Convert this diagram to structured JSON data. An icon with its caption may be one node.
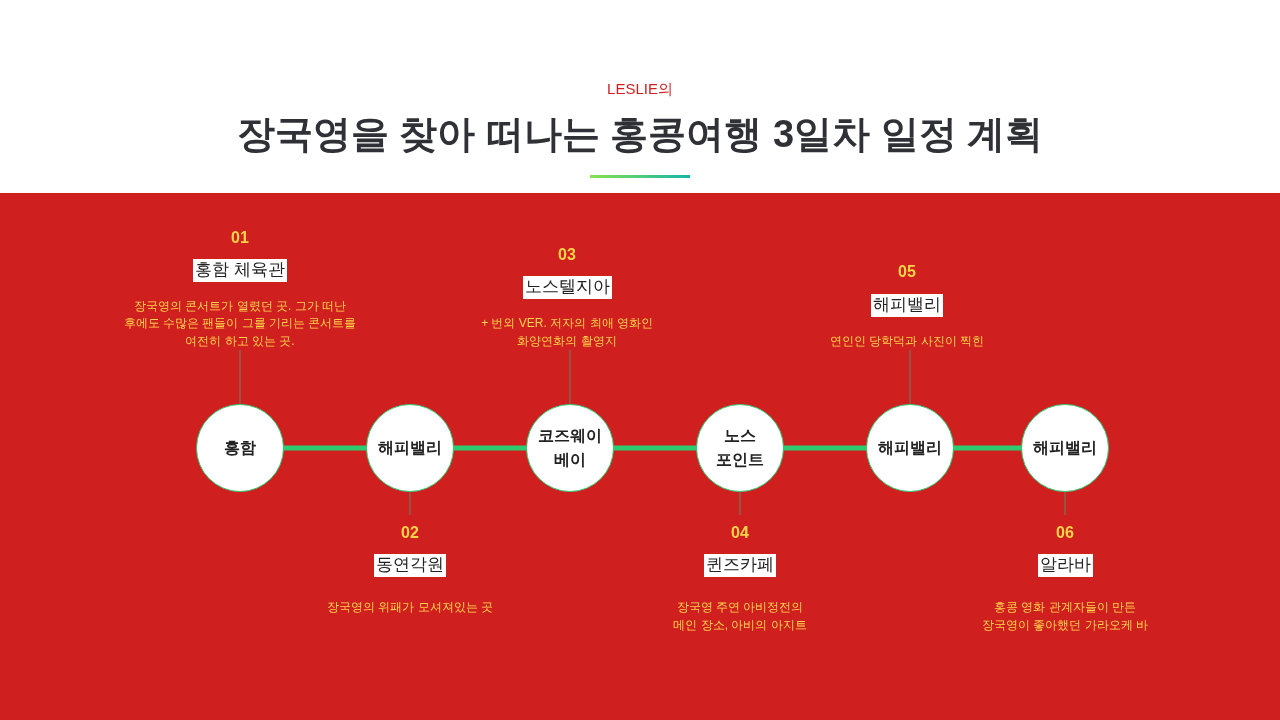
{
  "diagram": {
    "title": "장국영을 찾아 떠나는 홍콩여행 3일차 일정 계획",
    "nodes": [
      {
        "text": [
          "홍함"
        ]
      },
      {
        "text": [
          "해피밸리"
        ]
      },
      {
        "text": [
          "코즈웨이 베이"
        ]
      },
      {
        "text": [
          "노스 포인트"
        ]
      },
      {
        "text": [
          "해피밸리"
        ]
      },
      {
        "text": [
          "해피밸리"
        ]
      },
      {
        "text": [
          "01",
          "홍함 체육관",
          "장국영의 콘서트가 열렸던 곳. 그가 떠난 후에도 수많은 팬들이 그를 기리는 콘서트를 여전히 하고 있는 곳."
        ]
      },
      {
        "text": [
          "02",
          "동연각원",
          "장국영의 위패가 모셔져있는 곳"
        ]
      },
      {
        "text": [
          "03",
          "노스텔지아",
          "+ 번외 VER. 저자의 최애 영화인 화양연화의 촬영지"
        ]
      },
      {
        "text": [
          "04",
          "퀸즈카페",
          "장국영 주연 아비정전의 메인 장소, 아비의 아지트"
        ]
      },
      {
        "text": [
          "05",
          "해피밸리",
          "연인인 당학덕과 사진이 찍힌"
        ]
      },
      {
        "text": [
          "06",
          "알라바",
          "홍콩 영화 관계자들이 만든 장국영이 좋아했던 가라오케 바"
        ]
      }
    ],
    "edges": [
      {
        "from": 0,
        "to": 1,
        "arrow": "none",
        "style": "thick",
        "color": "#2ecc71"
      },
      {
        "from": 1,
        "to": 2,
        "arrow": "none",
        "style": "thick",
        "color": "#2ecc71"
      },
      {
        "from": 2,
        "to": 3,
        "arrow": "none",
        "style": "thick",
        "color": "#2ecc71"
      },
      {
        "from": 3,
        "to": 4,
        "arrow": "none",
        "style": "thick",
        "color": "#2ecc71"
      },
      {
        "from": 4,
        "to": 5,
        "arrow": "none",
        "style": "thick",
        "color": "#2ecc71"
      },
      {
        "from": 0,
        "to": 6,
        "arrow": "none"
      },
      {
        "from": 1,
        "to": 7,
        "arrow": "none"
      },
      {
        "from": 2,
        "to": 8,
        "arrow": "none"
      },
      {
        "from": 3,
        "to": 9,
        "arrow": "none"
      },
      {
        "from": 4,
        "to": 10,
        "arrow": "none"
      },
      {
        "from": 5,
        "to": 11,
        "arrow": "none"
      }
    ],
    "labels": [
      "LESLIE의"
    ]
  }
}
